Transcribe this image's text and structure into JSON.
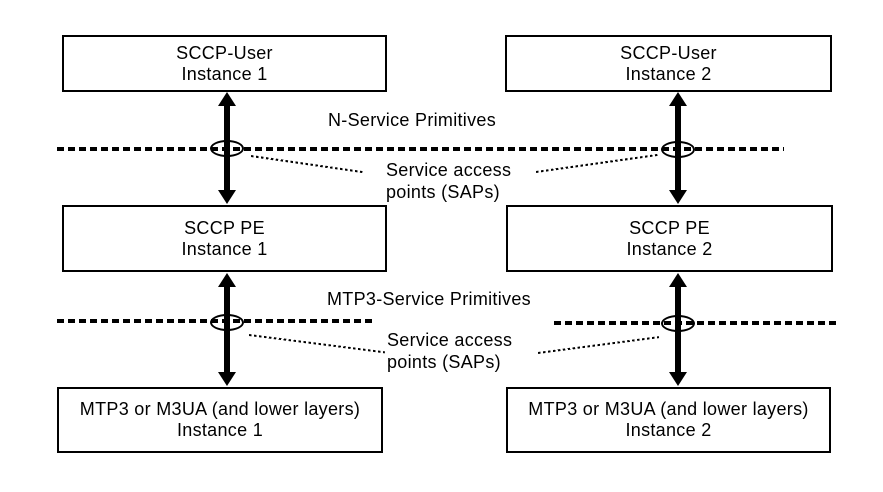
{
  "diagram": {
    "background": "#ffffff",
    "line_color": "#000000",
    "box_fill": "#ffffff",
    "boxes": [
      {
        "id": "sccp-user-1",
        "line1": "SCCP-User",
        "line2": "Instance 1"
      },
      {
        "id": "sccp-user-2",
        "line1": "SCCP-User",
        "line2": "Instance 2"
      },
      {
        "id": "sccp-pe-1",
        "line1": "SCCP PE",
        "line2": "Instance 1"
      },
      {
        "id": "sccp-pe-2",
        "line1": "SCCP PE",
        "line2": "Instance 2"
      },
      {
        "id": "mtp3-1",
        "line1": "MTP3 or M3UA (and lower layers)",
        "line2": "Instance 1"
      },
      {
        "id": "mtp3-2",
        "line1": "MTP3 or M3UA (and lower layers)",
        "line2": "Instance 2"
      }
    ],
    "labels": {
      "n_service_primitives": "N-Service Primitives",
      "mtp3_service_primitives": "MTP3-Service Primitives",
      "sap_upper": {
        "line1": "Service access",
        "line2": "points (SAPs)"
      },
      "sap_lower": {
        "line1": "Service access",
        "line2": "points (SAPs)"
      }
    }
  }
}
